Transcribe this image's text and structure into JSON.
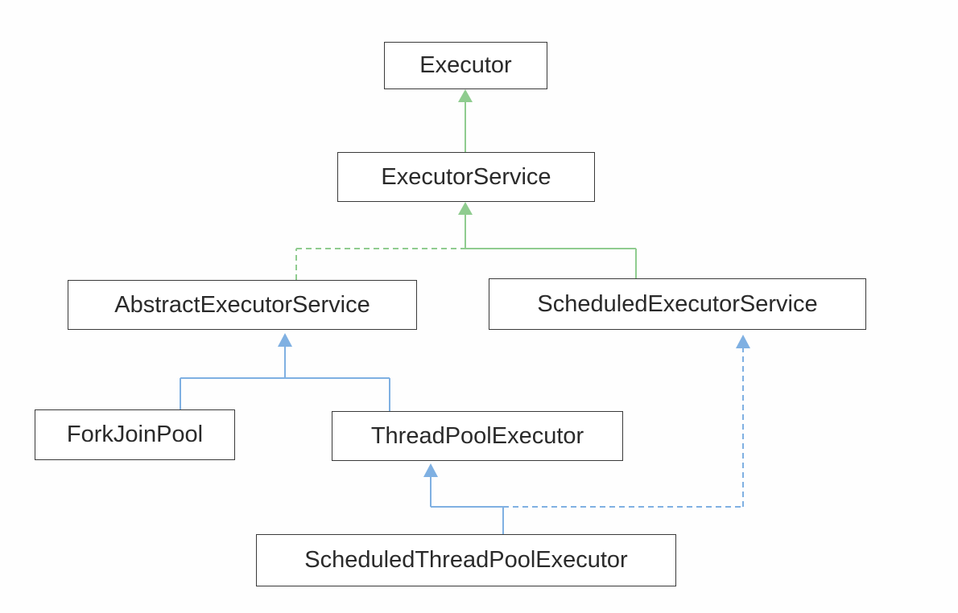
{
  "nodes": {
    "executor": "Executor",
    "executor_service": "ExecutorService",
    "abstract_executor_service": "AbstractExecutorService",
    "scheduled_executor_service": "ScheduledExecutorService",
    "fork_join_pool": "ForkJoinPool",
    "thread_pool_executor": "ThreadPoolExecutor",
    "scheduled_thread_pool_executor": "ScheduledThreadPoolExecutor"
  },
  "colors": {
    "interface_edge": "#8fcc8f",
    "class_edge": "#7fb0e2",
    "box_border": "#3a3a3a",
    "text": "#2a2a2a"
  },
  "edges": [
    {
      "from": "executor_service",
      "to": "executor",
      "style": "solid",
      "color": "interface_edge"
    },
    {
      "from": "abstract_executor_service",
      "to": "executor_service",
      "style": "dashed",
      "color": "interface_edge"
    },
    {
      "from": "scheduled_executor_service",
      "to": "executor_service",
      "style": "solid",
      "color": "interface_edge"
    },
    {
      "from": "fork_join_pool",
      "to": "abstract_executor_service",
      "style": "solid",
      "color": "class_edge"
    },
    {
      "from": "thread_pool_executor",
      "to": "abstract_executor_service",
      "style": "solid",
      "color": "class_edge"
    },
    {
      "from": "scheduled_thread_pool_executor",
      "to": "thread_pool_executor",
      "style": "solid",
      "color": "class_edge"
    },
    {
      "from": "scheduled_thread_pool_executor",
      "to": "scheduled_executor_service",
      "style": "dashed",
      "color": "class_edge"
    }
  ]
}
